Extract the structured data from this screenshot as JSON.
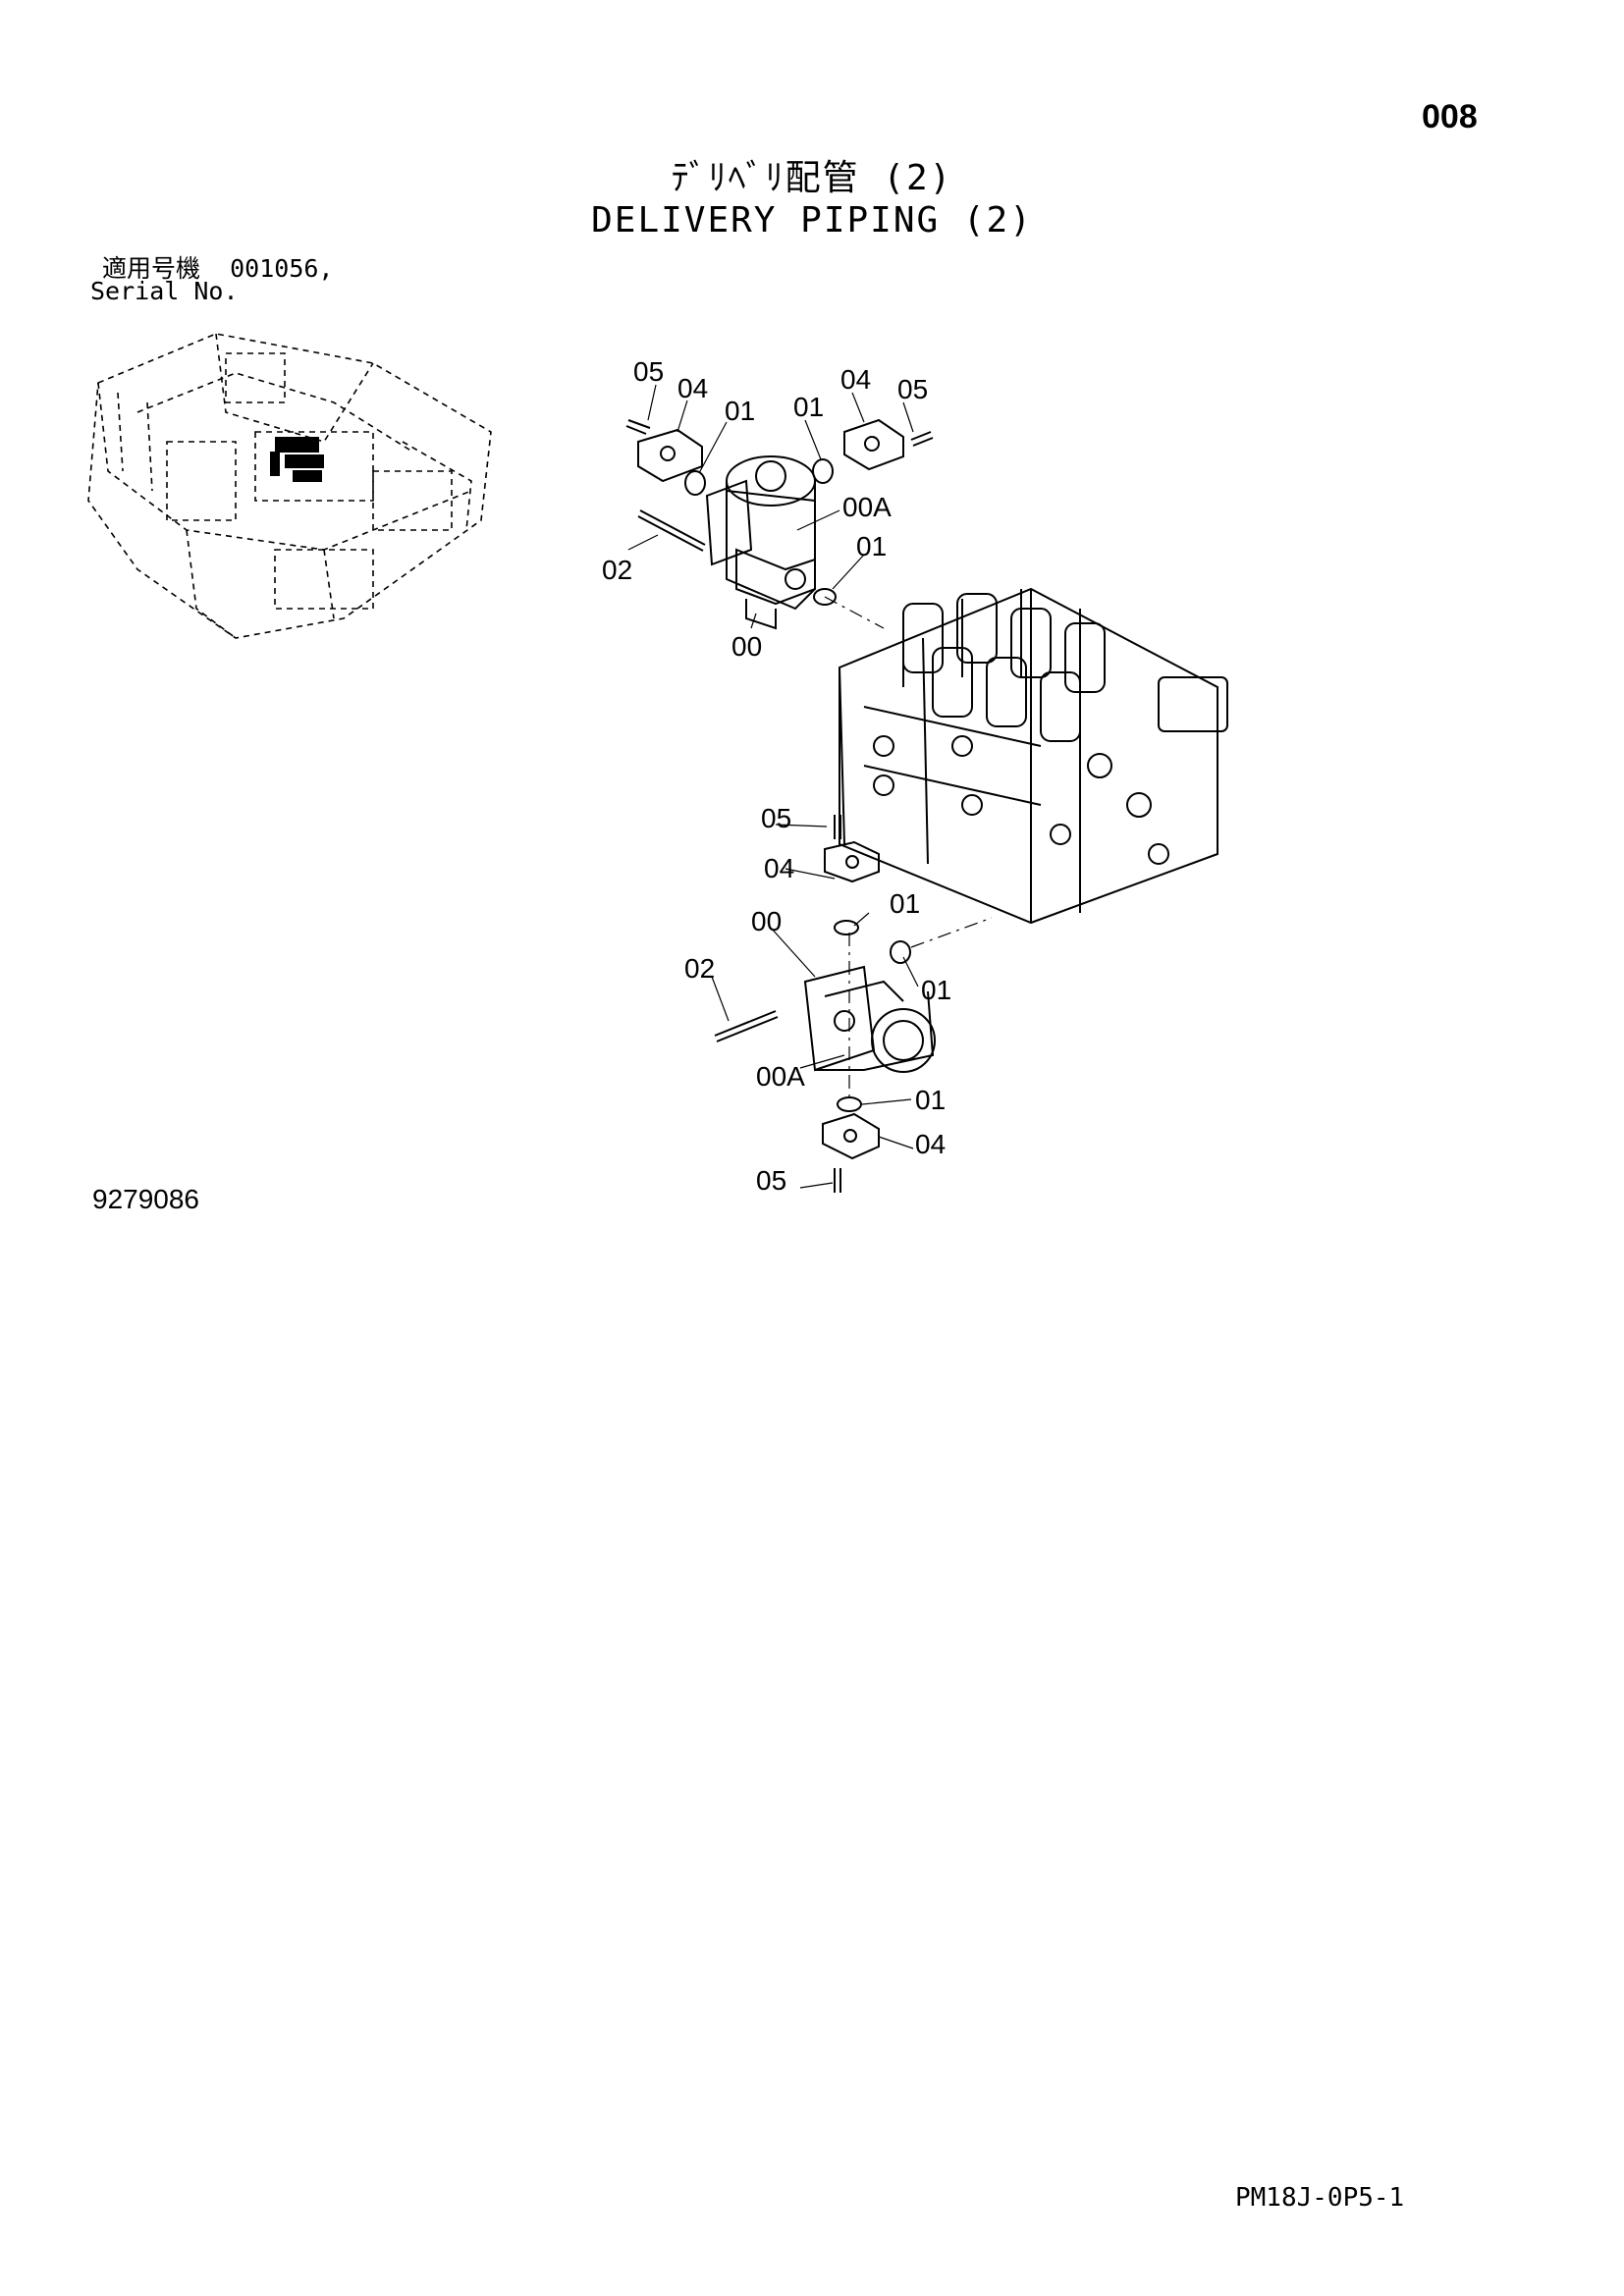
{
  "header": {
    "page_number": "008",
    "title_jp": "ﾃﾞﾘﾍﾞﾘ配管 (2)",
    "title_en": "DELIVERY PIPING (2)"
  },
  "serial": {
    "label_jp": "適用号機",
    "label_en": "Serial No.",
    "value": "001056,"
  },
  "figure": {
    "number": "9279086",
    "callouts": {
      "c05_top_left": "05",
      "c04_top_left": "04",
      "c01_top_left": "01",
      "c01_top_right": "01",
      "c04_top_right": "04",
      "c05_top_right": "05",
      "c00A_top": "00A",
      "c02_top": "02",
      "c01_top_mid": "01",
      "c00_top": "00",
      "c05_mid": "05",
      "c04_mid": "04",
      "c01_mid": "01",
      "c00_low": "00",
      "c02_low": "02",
      "c01_low_right": "01",
      "c00A_low": "00A",
      "c01_low": "01",
      "c04_low": "04",
      "c05_low": "05"
    }
  },
  "footer": {
    "code": "PM18J-0P5-1"
  }
}
